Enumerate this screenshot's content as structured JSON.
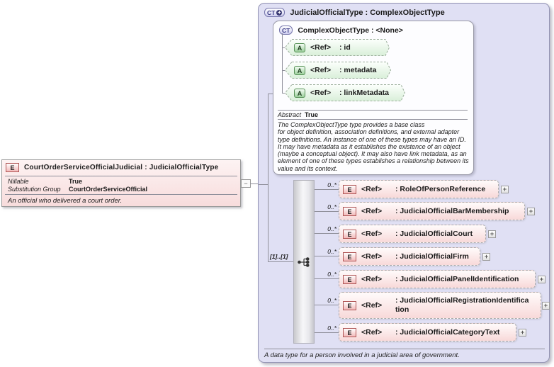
{
  "colors": {
    "panel_background": "#e0e0f4",
    "element_pink": "#f8d9d9",
    "attribute_green": "#dff2df",
    "connector_gray": "#8f8f9a"
  },
  "left_element": {
    "icon": "E",
    "title": "CourtOrderServiceOfficialJudicial : JudicialOfficialType",
    "properties": [
      {
        "name": "Nillable",
        "value": "True"
      },
      {
        "name": "Substitution Group",
        "value": "CourtOrderServiceOfficial"
      }
    ],
    "annotation": "An official who delivered a court order.",
    "collapse_glyph": "−"
  },
  "panel": {
    "icon": "CT",
    "icon_badge": "+",
    "title": "JudicialOfficialType : ComplexObjectType",
    "annotation": "A data type for a person involved in a judicial area of government.",
    "base_type": {
      "icon": "CT",
      "title": "ComplexObjectType : <None>",
      "attributes": [
        {
          "icon": "A",
          "ref": "<Ref>",
          "name": ": id"
        },
        {
          "icon": "A",
          "ref": "<Ref>",
          "name": ": metadata"
        },
        {
          "icon": "A",
          "ref": "<Ref>",
          "name": ": linkMetadata"
        }
      ],
      "properties": [
        {
          "name": "Abstract",
          "value": "True"
        }
      ],
      "annotation": "The ComplexObjectType type provides a base class\nfor object definition, association definitions, and external adapter\ntype definitions. An instance of one of these types may have an ID.\nIt may have metadata as it establishes the existence of an object\n(maybe a conceptual object). It may also have link metadata, as an\nelement of one of these types establishes a relationship between its\nvalue and its context."
    },
    "compositor": {
      "icon": "sequence",
      "cardinality": "[1]..[1]"
    },
    "elements": [
      {
        "icon": "E",
        "cardinality": "0..*",
        "ref": "<Ref>",
        "name": ": RoleOfPersonReference",
        "expand": "+"
      },
      {
        "icon": "E",
        "cardinality": "0..*",
        "ref": "<Ref>",
        "name": ": JudicialOfficialBarMembership",
        "expand": "+"
      },
      {
        "icon": "E",
        "cardinality": "0..*",
        "ref": "<Ref>",
        "name": ": JudicialOfficialCourt",
        "expand": "+"
      },
      {
        "icon": "E",
        "cardinality": "0..*",
        "ref": "<Ref>",
        "name": ": JudicialOfficialFirm",
        "expand": "+"
      },
      {
        "icon": "E",
        "cardinality": "0..*",
        "ref": "<Ref>",
        "name": ": JudicialOfficialPanelIdentification",
        "expand": "+"
      },
      {
        "icon": "E",
        "cardinality": "0..*",
        "ref": "<Ref>",
        "name": ": JudicialOfficialRegistrationIdentification",
        "expand": "+"
      },
      {
        "icon": "E",
        "cardinality": "0..*",
        "ref": "<Ref>",
        "name": ": JudicialOfficialCategoryText",
        "expand": "+"
      }
    ]
  }
}
